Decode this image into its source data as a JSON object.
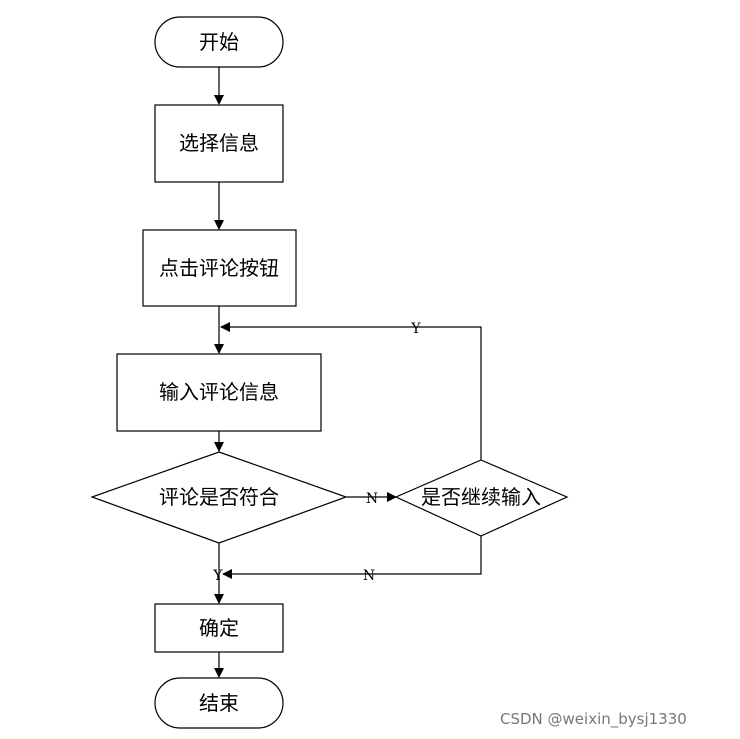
{
  "nodes": {
    "start": "开始",
    "select_info": "选择信息",
    "click_comment": "点击评论按钮",
    "input_comment": "输入评论信息",
    "comment_valid": "评论是否符合",
    "continue_input": "是否继续输入",
    "confirm": "确定",
    "end": "结束"
  },
  "edges": {
    "valid_no": "N",
    "valid_yes": "Y",
    "continue_yes": "Y",
    "continue_no": "N"
  },
  "watermark": "CSDN @weixin_bysj1330"
}
